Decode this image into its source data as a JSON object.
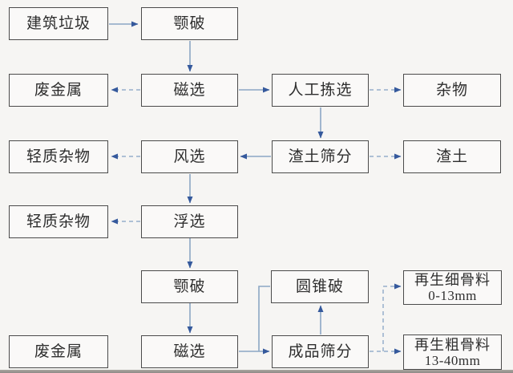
{
  "diagram": {
    "type": "flowchart",
    "topic": "construction-waste-recycling-process",
    "nodes": [
      {
        "id": "construction-waste",
        "label": "建筑垃圾"
      },
      {
        "id": "jaw-crusher-1",
        "label": "颚破"
      },
      {
        "id": "scrap-metal-1",
        "label": "废金属"
      },
      {
        "id": "magnetic-separation-1",
        "label": "磁选"
      },
      {
        "id": "manual-sorting",
        "label": "人工拣选"
      },
      {
        "id": "debris",
        "label": "杂物"
      },
      {
        "id": "light-debris-1",
        "label": "轻质杂物"
      },
      {
        "id": "air-separation",
        "label": "风选"
      },
      {
        "id": "muck-screening",
        "label": "渣土筛分"
      },
      {
        "id": "muck",
        "label": "渣土"
      },
      {
        "id": "light-debris-2",
        "label": "轻质杂物"
      },
      {
        "id": "flotation",
        "label": "浮选"
      },
      {
        "id": "jaw-crusher-2",
        "label": "颚破"
      },
      {
        "id": "cone-crusher",
        "label": "圆锥破"
      },
      {
        "id": "recycled-fine-aggregate",
        "label": "再生细骨料",
        "sublabel": "0-13mm"
      },
      {
        "id": "scrap-metal-2",
        "label": "废金属"
      },
      {
        "id": "magnetic-separation-2",
        "label": "磁选"
      },
      {
        "id": "product-screening",
        "label": "成品筛分"
      },
      {
        "id": "recycled-coarse-aggregate",
        "label": "再生粗骨料",
        "sublabel": "13-40mm"
      }
    ],
    "edges": [
      {
        "from": "construction-waste",
        "to": "jaw-crusher-1",
        "style": "solid"
      },
      {
        "from": "jaw-crusher-1",
        "to": "magnetic-separation-1",
        "style": "solid"
      },
      {
        "from": "magnetic-separation-1",
        "to": "scrap-metal-1",
        "style": "dashed"
      },
      {
        "from": "magnetic-separation-1",
        "to": "manual-sorting",
        "style": "solid"
      },
      {
        "from": "manual-sorting",
        "to": "debris",
        "style": "dashed"
      },
      {
        "from": "manual-sorting",
        "to": "muck-screening",
        "style": "solid"
      },
      {
        "from": "muck-screening",
        "to": "muck",
        "style": "dashed"
      },
      {
        "from": "muck-screening",
        "to": "air-separation",
        "style": "solid"
      },
      {
        "from": "air-separation",
        "to": "light-debris-1",
        "style": "dashed"
      },
      {
        "from": "air-separation",
        "to": "flotation",
        "style": "solid"
      },
      {
        "from": "flotation",
        "to": "light-debris-2",
        "style": "dashed"
      },
      {
        "from": "flotation",
        "to": "jaw-crusher-2",
        "style": "solid"
      },
      {
        "from": "jaw-crusher-2",
        "to": "magnetic-separation-2",
        "style": "solid"
      },
      {
        "from": "magnetic-separation-2",
        "to": "scrap-metal-2",
        "style": "dashed"
      },
      {
        "from": "magnetic-separation-2",
        "to": "product-screening",
        "style": "solid"
      },
      {
        "from": "cone-crusher",
        "to": "product-screening",
        "style": "solid"
      },
      {
        "from": "product-screening",
        "to": "cone-crusher",
        "style": "solid"
      },
      {
        "from": "product-screening",
        "to": "recycled-fine-aggregate",
        "style": "dashed"
      },
      {
        "from": "product-screening",
        "to": "recycled-coarse-aggregate",
        "style": "dashed"
      }
    ],
    "colors": {
      "background": "#f6f5f3",
      "box_bg": "#faf9f8",
      "box_border": "#4b4b4b",
      "text": "#2e2e2e",
      "solid_line": "#8ca6c4",
      "dashed_line": "#96aecb",
      "arrowhead": "#35599c"
    }
  }
}
